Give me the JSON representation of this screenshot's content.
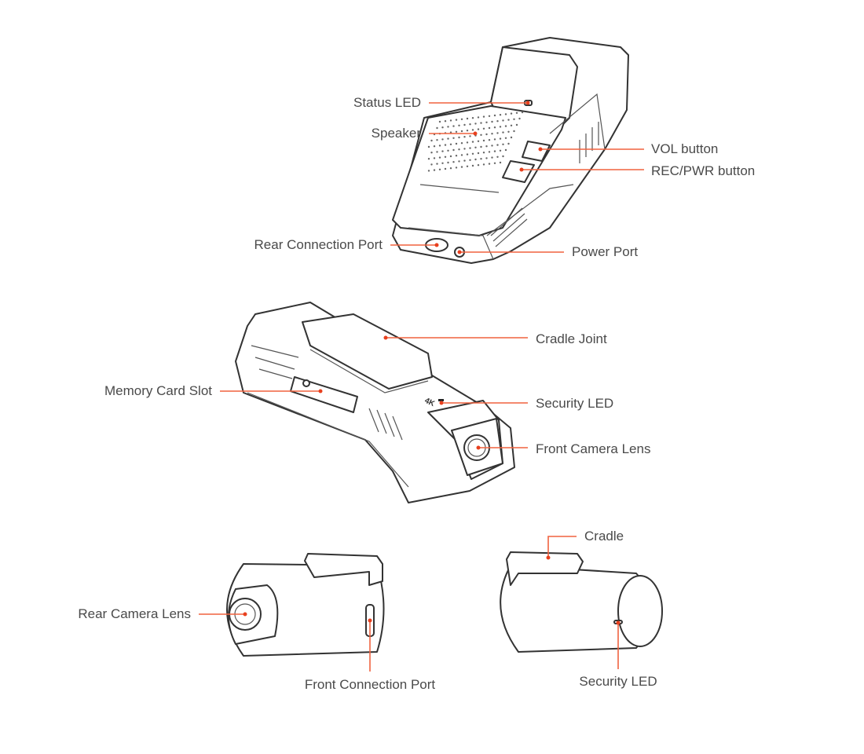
{
  "colors": {
    "leader": "#f0623f",
    "dot": "#e8401e",
    "outline": "#333333",
    "text": "#4a4a4a"
  },
  "device_markings": {
    "resolution": "4K"
  },
  "labels": {
    "status_led": "Status LED",
    "speaker": "Speaker",
    "vol_button": "VOL button",
    "rec_pwr_button": "REC/PWR button",
    "rear_connection_port": "Rear Connection Port",
    "power_port": "Power Port",
    "cradle_joint": "Cradle Joint",
    "memory_card_slot": "Memory Card Slot",
    "security_led": "Security LED",
    "front_camera_lens": "Front Camera Lens",
    "cradle": "Cradle",
    "rear_camera_lens": "Rear Camera Lens",
    "front_connection_port": "Front Connection Port",
    "rear_security_led": "Security LED"
  }
}
